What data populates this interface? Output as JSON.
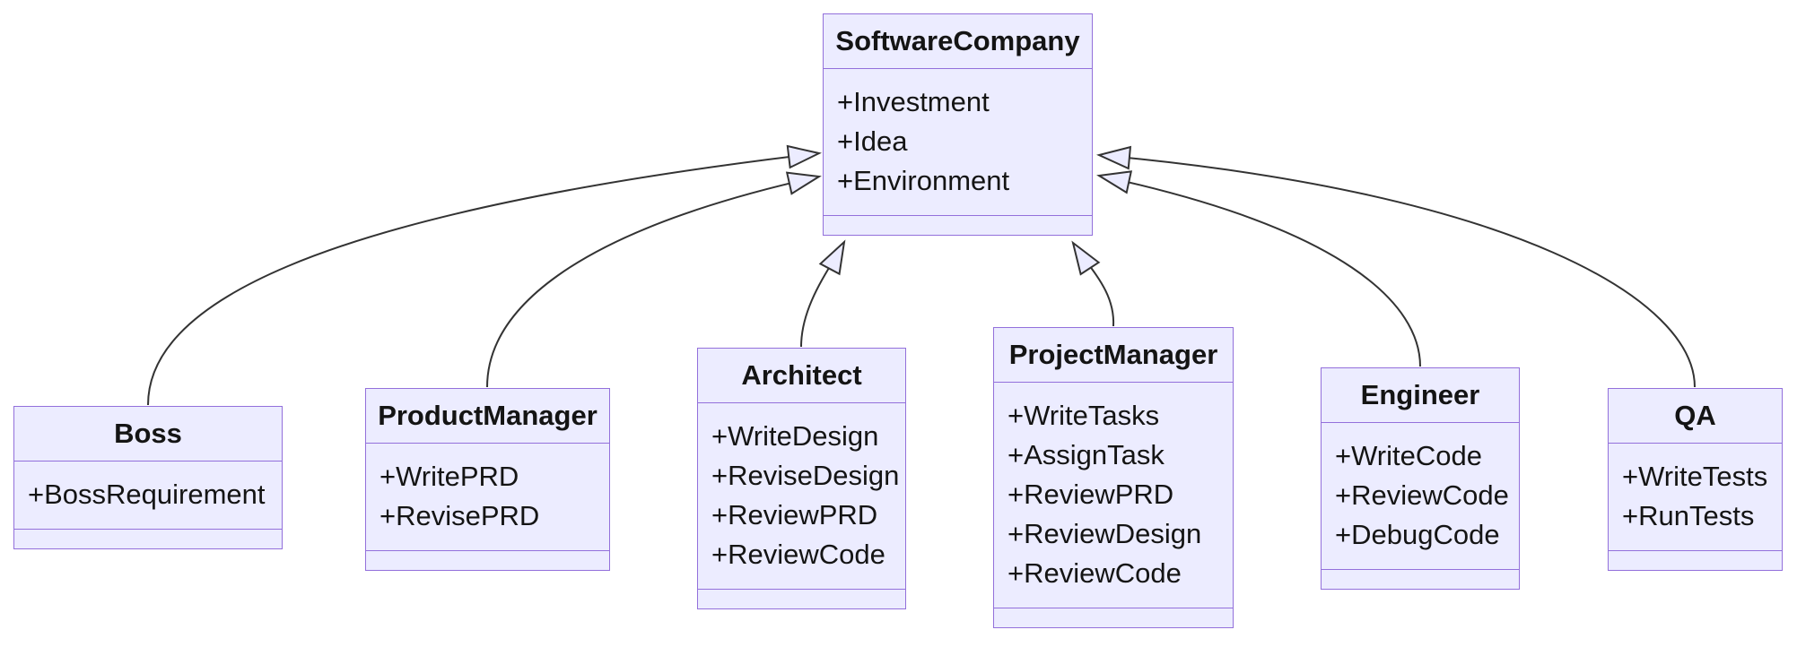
{
  "diagram": {
    "kind": "uml-class-diagram",
    "background_color": "#ffffff",
    "node_fill_color": "#ECECFF",
    "node_border_color": "#9370DB",
    "edge_color": "#333333",
    "text_color": "#141414",
    "arrowhead": "hollow-triangle (inheritance, pointing to parent)"
  },
  "classes": {
    "software_company": {
      "name": "SoftwareCompany",
      "attrs": [
        "+Investment",
        "+Idea",
        "+Environment"
      ]
    },
    "boss": {
      "name": "Boss",
      "attrs": [
        "+BossRequirement"
      ]
    },
    "product_manager": {
      "name": "ProductManager",
      "attrs": [
        "+WritePRD",
        "+RevisePRD"
      ]
    },
    "architect": {
      "name": "Architect",
      "attrs": [
        "+WriteDesign",
        "+ReviseDesign",
        "+ReviewPRD",
        "+ReviewCode"
      ]
    },
    "project_manager": {
      "name": "ProjectManager",
      "attrs": [
        "+WriteTasks",
        "+AssignTask",
        "+ReviewPRD",
        "+ReviewDesign",
        "+ReviewCode"
      ]
    },
    "engineer": {
      "name": "Engineer",
      "attrs": [
        "+WriteCode",
        "+ReviewCode",
        "+DebugCode"
      ]
    },
    "qa": {
      "name": "QA",
      "attrs": [
        "+WriteTests",
        "+RunTests"
      ]
    }
  },
  "relations": [
    {
      "from": "Boss",
      "to": "SoftwareCompany",
      "type": "inheritance"
    },
    {
      "from": "ProductManager",
      "to": "SoftwareCompany",
      "type": "inheritance"
    },
    {
      "from": "Architect",
      "to": "SoftwareCompany",
      "type": "inheritance"
    },
    {
      "from": "ProjectManager",
      "to": "SoftwareCompany",
      "type": "inheritance"
    },
    {
      "from": "Engineer",
      "to": "SoftwareCompany",
      "type": "inheritance"
    },
    {
      "from": "QA",
      "to": "SoftwareCompany",
      "type": "inheritance"
    }
  ]
}
